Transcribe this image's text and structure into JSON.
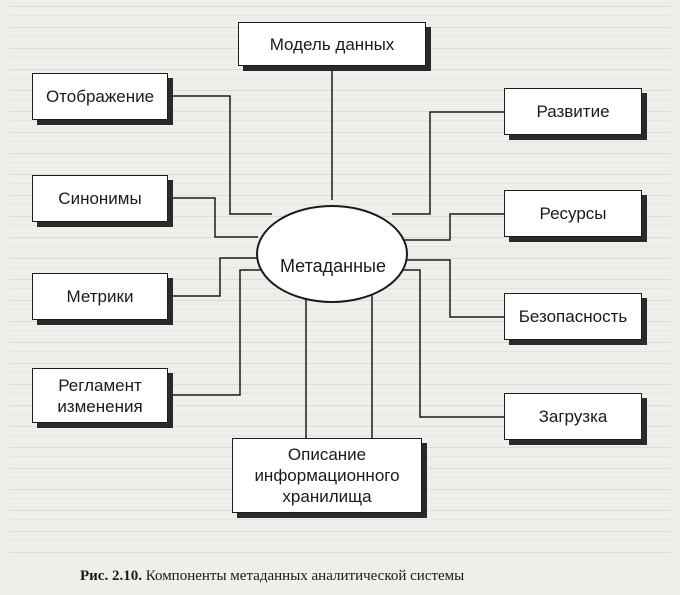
{
  "diagram": {
    "center": "Метаданные",
    "nodes": {
      "data_model": "Модель данных",
      "display": "Отображение",
      "development": "Развитие",
      "synonyms": "Синонимы",
      "resources": "Ресурсы",
      "metrics": "Метрики",
      "security": "Безопасность",
      "change_rules": "Регламент изменения",
      "loading": "Загрузка",
      "storage_description": "Описание информационного хранилища"
    }
  },
  "caption": {
    "label": "Рис. 2.10.",
    "text": "Компоненты метаданных аналитической системы"
  }
}
